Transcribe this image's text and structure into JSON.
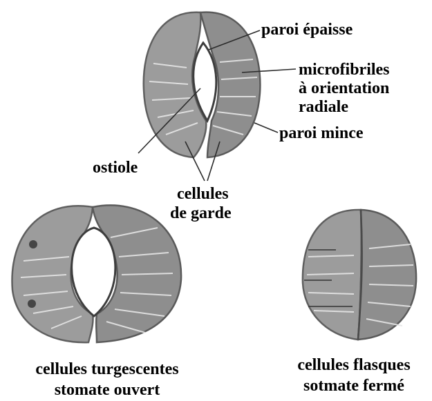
{
  "labels": {
    "paroi_epaisse": "paroi épaisse",
    "microfibriles_line1": "microfibriles",
    "microfibriles_line2": "à orientation",
    "microfibriles_line3": "radiale",
    "paroi_mince": "paroi mince",
    "ostiole": "ostiole",
    "cellules_de_garde_line1": "cellules",
    "cellules_de_garde_line2": "de garde",
    "caption_open_line1": "cellules turgescentes",
    "caption_open_line2": "stomate ouvert",
    "caption_closed_line1": "cellules flasques",
    "caption_closed_line2": "sotmate fermé"
  },
  "colors": {
    "cell_fill": "#9c9c9c",
    "cell_outline": "#5f5f5f",
    "fibrils": "#e6e6e6",
    "pore": "#ffffff",
    "text": "#000000"
  }
}
